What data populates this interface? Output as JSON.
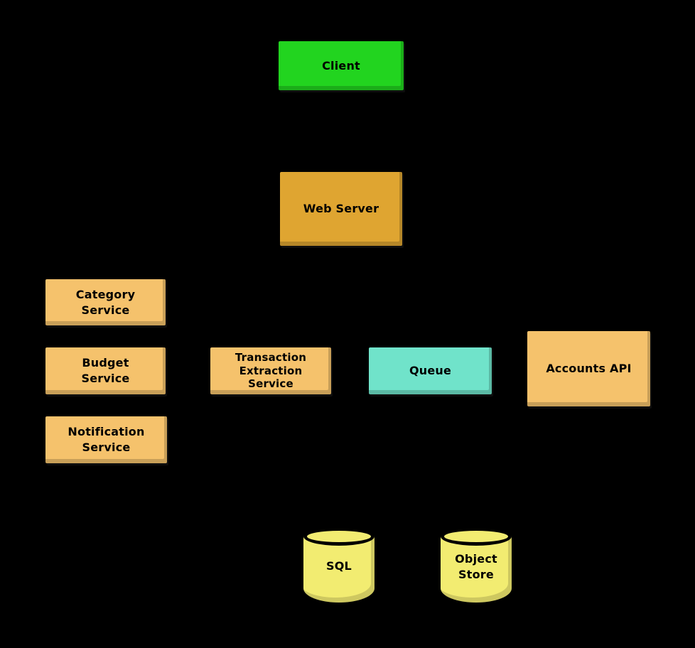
{
  "diagram": {
    "background_color": "#000000",
    "text_color": "#000000",
    "nodes": {
      "client": {
        "label": "Client",
        "color": "#22d41f"
      },
      "web_server": {
        "label": "Web Server",
        "color": "#dfa531"
      },
      "category_service": {
        "label": "Category\nService",
        "color": "#f5c26c"
      },
      "budget_service": {
        "label": "Budget\nService",
        "color": "#f5c26c"
      },
      "notification_service": {
        "label": "Notification\nService",
        "color": "#f5c26c"
      },
      "transaction_extraction_service": {
        "label": "Transaction\nExtraction\nService",
        "color": "#f5c26c"
      },
      "queue": {
        "label": "Queue",
        "color": "#70e3ca"
      },
      "accounts_api": {
        "label": "Accounts API",
        "color": "#f5c26c"
      },
      "sql": {
        "label": "SQL",
        "color": "#f2ec71"
      },
      "object_store": {
        "label": "Object\nStore",
        "color": "#f2ec71"
      }
    }
  }
}
